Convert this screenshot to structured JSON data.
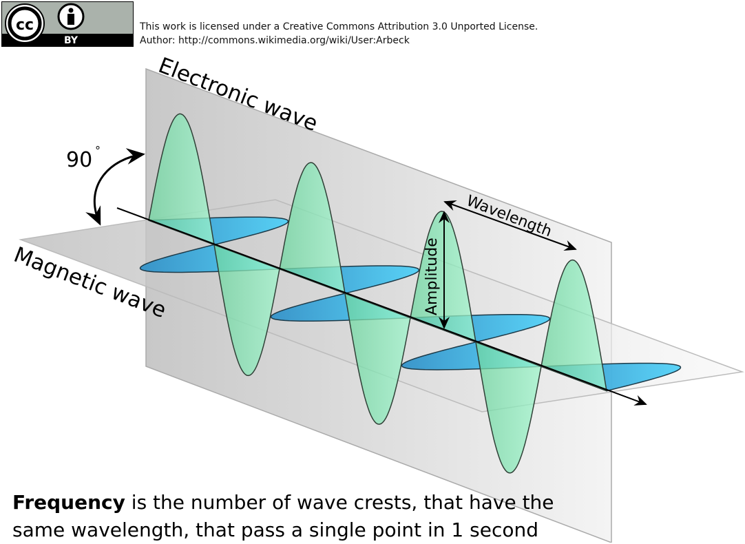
{
  "license": {
    "badge_text": "BY",
    "badge_logo": "cc",
    "line1": "This work is licensed under a Creative Commons Attribution 3.0 Unported License.",
    "line2": "Author: http://commons.wikimedia.org/wiki/User:Arbeck"
  },
  "labels": {
    "electric": "Electronic wave",
    "magnetic": "Magnetic wave",
    "angle": "90",
    "angle_unit": "°",
    "wavelength": "Wavelength",
    "amplitude": "Amplitude"
  },
  "caption": {
    "bold": "Frequency",
    "rest1": " is the number of wave crests, that have the",
    "line2": "same wavelength, that pass a single point in 1 second"
  },
  "colors": {
    "electric": "#8ee6b6",
    "magnetic": "#3aa6dc"
  }
}
